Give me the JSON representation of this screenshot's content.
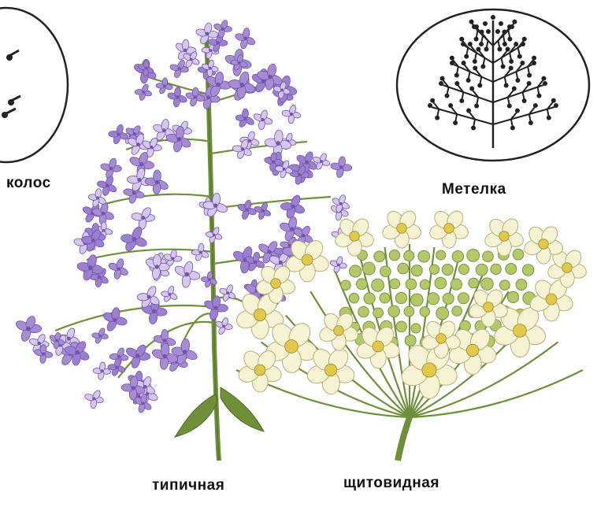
{
  "labels": {
    "spike": "колос",
    "panicle": "Метелка",
    "typical": "типичная",
    "corymb": "щитовидная"
  },
  "colors": {
    "lilac_flower": "#a78bd4",
    "lilac_flower_dark": "#6f58a8",
    "lilac_flower_light": "#d7c6ee",
    "stem": "#6f8f3a",
    "stem_dark": "#4a6a22",
    "umbel_flower": "#f6f2d4",
    "umbel_center": "#e0c84a",
    "bud": "#b4c86a",
    "diagram_line": "#222222"
  },
  "icons": [
    "spike-diagram-icon",
    "panicle-diagram-icon",
    "lilac-illustration",
    "umbel-illustration"
  ]
}
